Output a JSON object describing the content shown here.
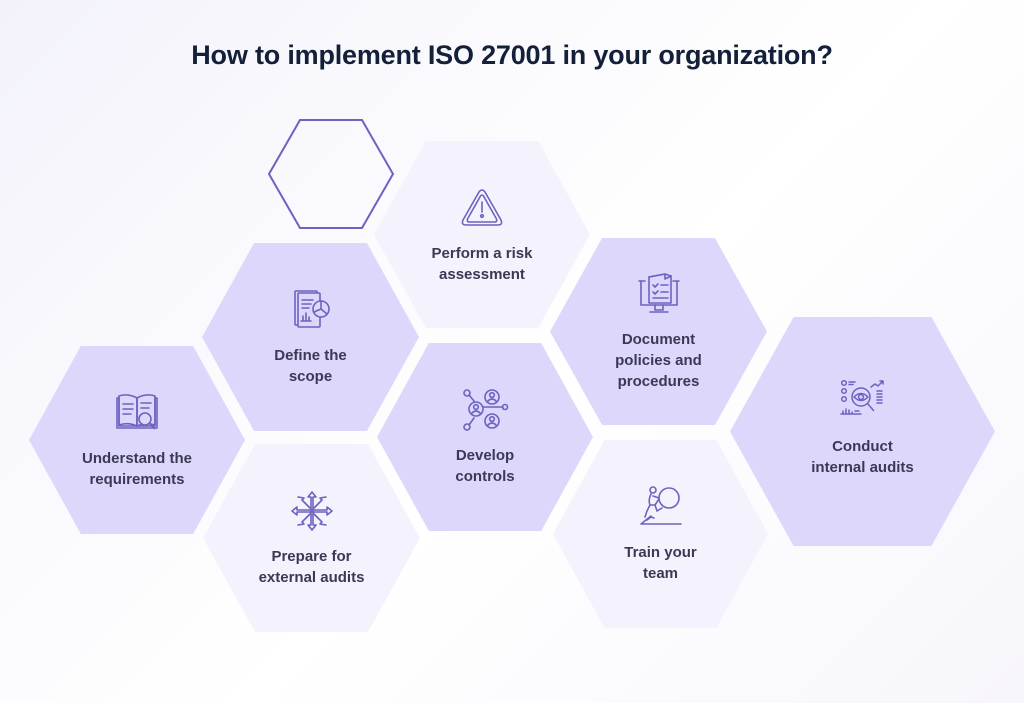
{
  "title": "How to implement ISO 27001 in your organization?",
  "colors": {
    "hex_dark": "#dcd7fb",
    "hex_light": "#f3f2fd",
    "icon_stroke": "#6b63c0",
    "text": "#3a3a55",
    "title": "#14203a"
  },
  "steps": [
    {
      "label": "Understand the\nrequirements",
      "icon": "book-magnifier-icon",
      "shade": "dark"
    },
    {
      "label": "Define the\nscope",
      "icon": "report-chart-icon",
      "shade": "dark"
    },
    {
      "label": "Prepare for\nexternal audits",
      "icon": "arrows-outward-icon",
      "shade": "light"
    },
    {
      "label": "Perform a risk\nassessment",
      "icon": "warning-triangle-icon",
      "shade": "light"
    },
    {
      "label": "Develop\ncontrols",
      "icon": "people-network-icon",
      "shade": "dark"
    },
    {
      "label": "Document\npolicies and\nprocedures",
      "icon": "monitor-checklist-icon",
      "shade": "dark"
    },
    {
      "label": "Train your\nteam",
      "icon": "person-pushing-boulder-icon",
      "shade": "light"
    },
    {
      "label": "Conduct\ninternal audits",
      "icon": "eye-magnifier-analytics-icon",
      "shade": "dark"
    }
  ]
}
